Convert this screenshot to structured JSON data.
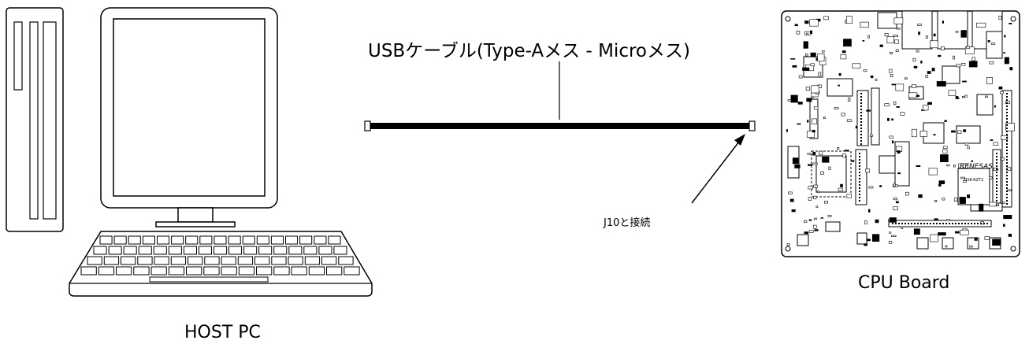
{
  "diagram": {
    "cable_label": "USBケーブル(Type-Aメス - Microメス)",
    "connection_note": "J10と接続",
    "cpu_board_label": "CPU Board",
    "host_pc_label": "HOST PC",
    "board_silk_logo": "RENESAS",
    "board_silk_text": "RSK-RZT2"
  }
}
